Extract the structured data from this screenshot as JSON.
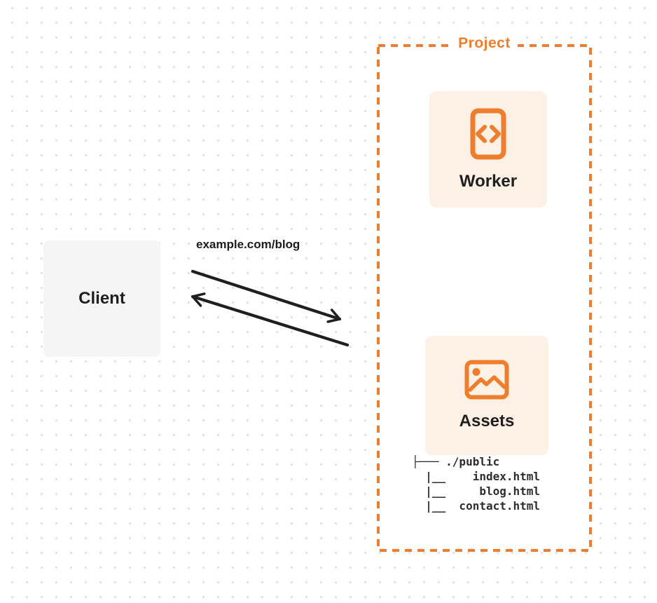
{
  "client": {
    "label": "Client"
  },
  "request": {
    "url_label": "example.com/blog"
  },
  "project": {
    "label": "Project",
    "worker": {
      "label": "Worker",
      "icon": "code-file-icon"
    },
    "assets": {
      "label": "Assets",
      "icon": "image-icon",
      "file_tree": "├─── ./public\n  |__    index.html\n  |__     blog.html\n  |__  contact.html"
    }
  },
  "colors": {
    "accent_orange": "#ee7d2d",
    "card_peach": "#fcf1e4",
    "client_gray": "#f5f5f6",
    "ink": "#1f1f1f",
    "dot_grid": "#e2e2e2"
  }
}
